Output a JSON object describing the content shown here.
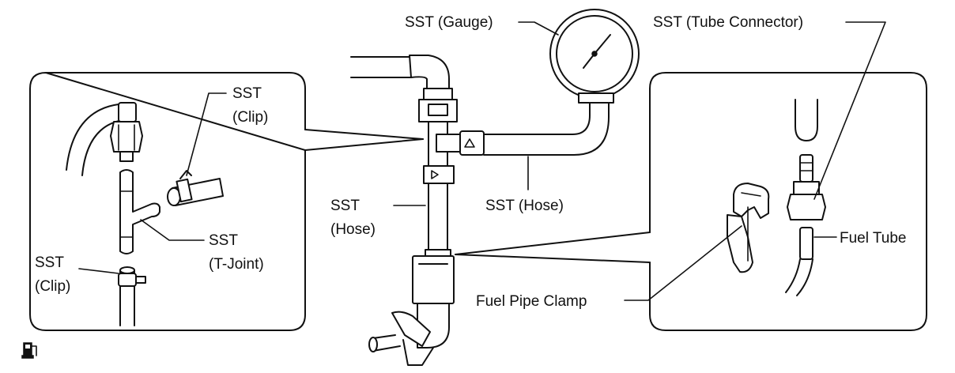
{
  "labels": {
    "sst_gauge": "SST (Gauge)",
    "sst_tube_connector": "SST (Tube Connector)",
    "sst_clip_top_line1": "SST",
    "sst_clip_top_line2": "(Clip)",
    "sst_hose_right": "SST (Hose)",
    "sst_hose_left_line1": "SST",
    "sst_hose_left_line2": "(Hose)",
    "sst_tjoint_line1": "SST",
    "sst_tjoint_line2": "(T-Joint)",
    "sst_clip_bottom_line1": "SST",
    "sst_clip_bottom_line2": "(Clip)",
    "fuel_tube": "Fuel Tube",
    "fuel_pipe_clamp": "Fuel Pipe Clamp"
  },
  "icons": {
    "corner_symbol": "fuel-pump-icon"
  }
}
